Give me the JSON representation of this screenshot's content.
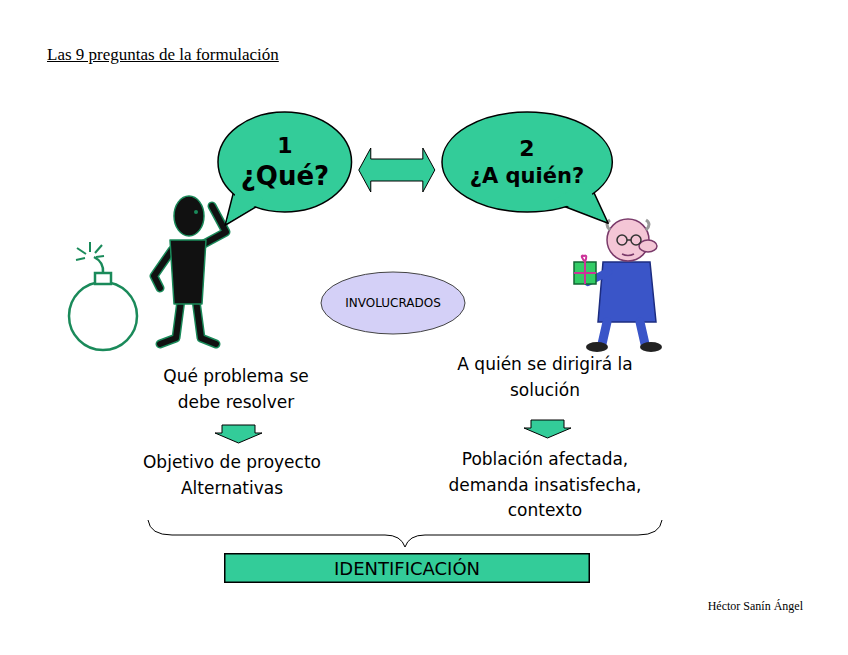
{
  "diagram": {
    "title": "Las 9 preguntas de la formulación",
    "nodes": [
      {
        "text": [
          "1",
          "¿Qué?"
        ]
      },
      {
        "text": [
          "2",
          "¿A quién?"
        ]
      },
      {
        "text": [
          "INVOLUCRADOS"
        ]
      },
      {
        "text": [
          "IDENTIFICACIÓN"
        ]
      }
    ],
    "edges": [
      {
        "from": 0,
        "to": 1,
        "arrow": "both"
      }
    ],
    "labels": [
      "Qué problema se debe resolver",
      "A quién se dirigirá la solución",
      "Objetivo de proyecto Alternativas",
      "Población afectada, demanda insatisfecha, contexto",
      "Héctor Sanín Ángel"
    ]
  }
}
